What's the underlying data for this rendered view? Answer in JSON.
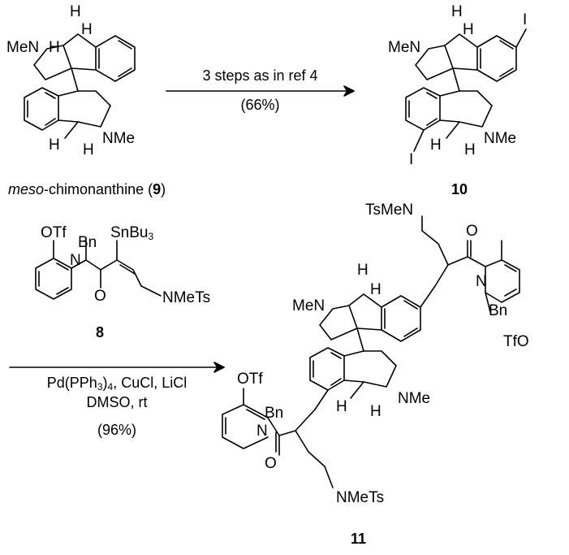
{
  "reaction1": {
    "conditions_line1": "3 steps as in ref 4",
    "conditions_line2": "(66%)"
  },
  "compound9": {
    "name_italic": "meso",
    "name_rest": "-chimonanthine (",
    "number": "9",
    "close": ")"
  },
  "compound10": {
    "number": "10"
  },
  "compound8": {
    "number": "8"
  },
  "compound11": {
    "number": "11"
  },
  "reaction2": {
    "reagents_line1_pre": "Pd(PPh",
    "reagents_line1_sub": "3",
    "reagents_line1_post": ")",
    "reagents_line1_sub2": "4",
    "reagents_line1_tail": ", CuCl, LiCl",
    "reagents_line2": "DMSO, rt",
    "yield": "(96%)"
  },
  "atom_labels": {
    "H": "H",
    "NMe": "NMe",
    "MeN": "MeN",
    "I": "I",
    "OTf": "OTf",
    "Bn": "Bn",
    "N": "N",
    "O": "O",
    "SnBu3_pre": "SnBu",
    "SnBu3_sub": "3",
    "NMeTs": "NMeTs",
    "TsMeN": "TsMeN",
    "TfO": "TfO"
  }
}
